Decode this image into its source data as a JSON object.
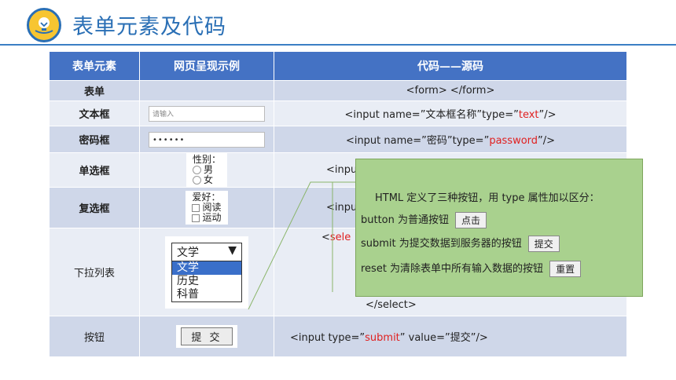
{
  "header": {
    "title": "表单元素及代码"
  },
  "table": {
    "headers": [
      "表单元素",
      "网页呈现示例",
      "代码——源码"
    ],
    "rows": [
      {
        "name": "表单",
        "code": "<form>  </form>"
      },
      {
        "name": "文本框",
        "placeholder": "请输入",
        "code_pre": "<input  name=”文本框名称”type=”",
        "code_red": "text",
        "code_post": "”/>"
      },
      {
        "name": "密码框",
        "password": "••••••",
        "code_pre": "<input  name=”密码”type=”",
        "code_red": "password",
        "code_post": "”/>"
      },
      {
        "name": "单选框",
        "radio_label": "性别：",
        "radio_options": [
          "男",
          "女"
        ],
        "code": "<inpu"
      },
      {
        "name": "复选框",
        "check_label": "爱好：",
        "check_options": [
          "阅读",
          "运动"
        ],
        "code": "<inpu"
      },
      {
        "name": "下拉列表",
        "select_current": "文学",
        "select_options": [
          "文学",
          "历史",
          "科普"
        ],
        "code_red": "sele",
        "code_end": "</select>"
      },
      {
        "name": "按钮",
        "button_label": "提 交",
        "code_pre": "<input  type=”",
        "code_red": "submit",
        "code_post": "”  value=”提交”/>"
      }
    ]
  },
  "callout": {
    "intro": "HTML 定义了三种按钮，用 type 属性加以区分：",
    "items": [
      {
        "text": "button 为普通按钮",
        "button": "点击"
      },
      {
        "text": "submit 为提交数据到服务器的按钮",
        "button": "提交"
      },
      {
        "text": "reset 为清除表单中所有输入数据的按钮",
        "button": "重置"
      }
    ]
  }
}
